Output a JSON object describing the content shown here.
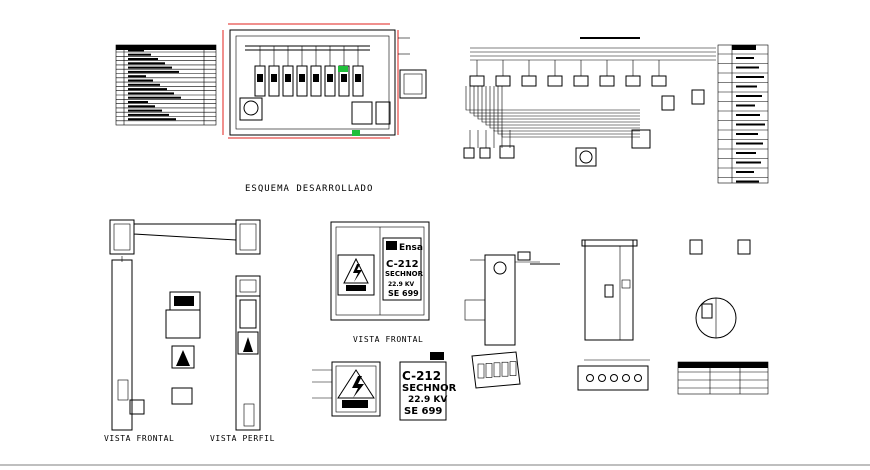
{
  "labels": {
    "schema_title": "ESQUEMA DESARROLLADO",
    "vista_frontal_left": "VISTA FRONTAL",
    "vista_perfil": "VISTA PERFIL",
    "vista_frontal_center": "VISTA FRONTAL"
  },
  "sign": {
    "brand": "Ensa",
    "code": "C-212",
    "name": "SECHNOR",
    "voltage": "22.9 KV",
    "station": "SE 699"
  },
  "sign_small": {
    "code": "C-212",
    "name": "SECHNOR",
    "voltage": "22.9 KV",
    "station": "SE 699"
  },
  "colors": {
    "line": "#000000",
    "dimension": "#e0201b",
    "indicator": "#1fbf3a"
  }
}
